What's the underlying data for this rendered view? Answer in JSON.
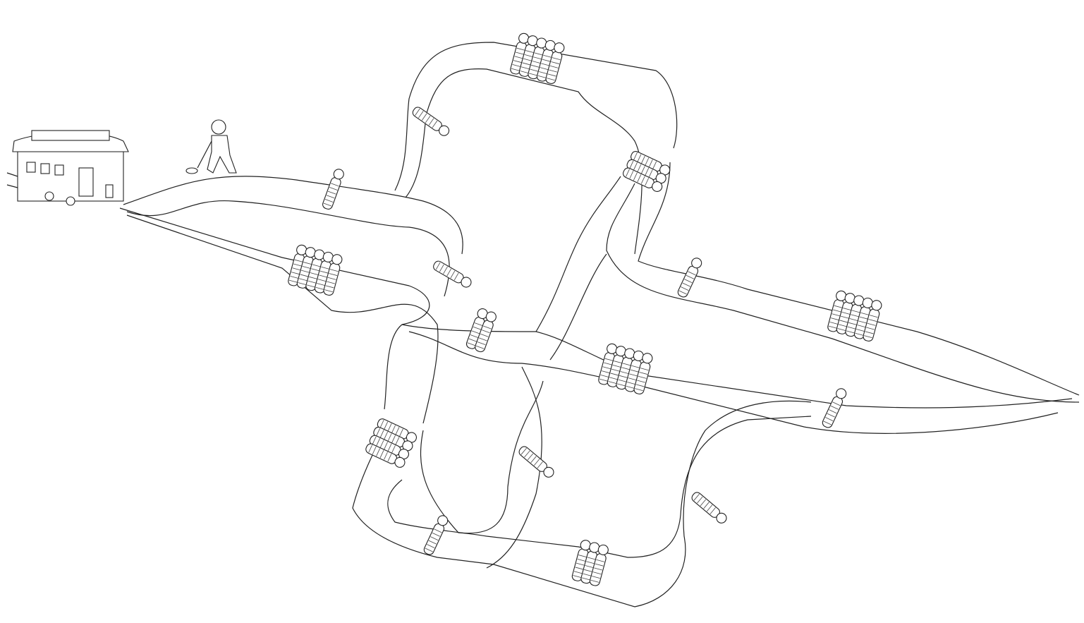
{
  "colors": {
    "background": "#ffffff",
    "ink": "#222222"
  },
  "victim_groups": [
    {
      "id": "g1",
      "count": 1
    },
    {
      "id": "g2",
      "count": 1
    },
    {
      "id": "g3",
      "count": 5
    },
    {
      "id": "g4",
      "count": 3
    },
    {
      "id": "g5",
      "count": 5
    },
    {
      "id": "g6",
      "count": 1
    },
    {
      "id": "g7",
      "count": 2
    },
    {
      "id": "g8",
      "count": 1
    },
    {
      "id": "g9",
      "count": 5
    },
    {
      "id": "g10",
      "count": 5
    },
    {
      "id": "g11",
      "count": 1
    },
    {
      "id": "g12",
      "count": 4
    },
    {
      "id": "g13",
      "count": 1
    },
    {
      "id": "g14",
      "count": 1
    },
    {
      "id": "g15",
      "count": 1
    },
    {
      "id": "g16",
      "count": 3
    }
  ]
}
